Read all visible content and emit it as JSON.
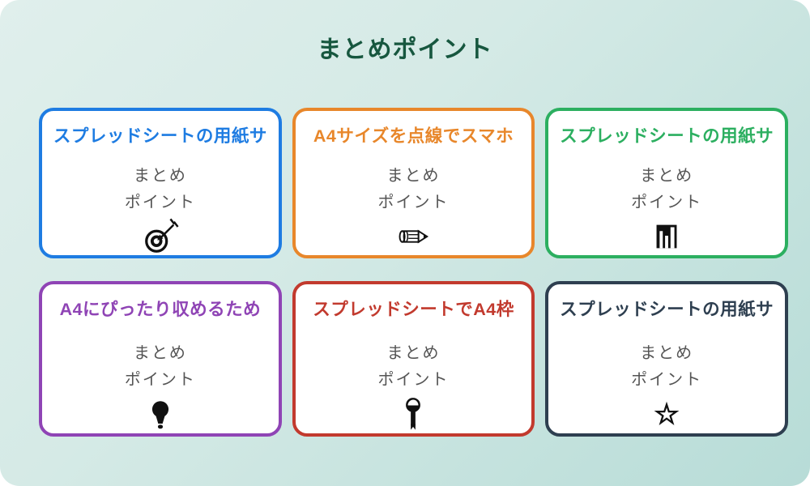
{
  "page": {
    "title": "まとめポイント",
    "title_color": "#17573f",
    "background_gradient": [
      "#e0efec",
      "#b7dcd7"
    ],
    "card_background": "#ffffff",
    "body_text_color": "#555555"
  },
  "cards": [
    {
      "title": "スプレッドシートの用紙サ",
      "line1": "まとめ",
      "line2": "ポイント",
      "icon": "dart-target-icon",
      "accent_color": "#1e7ce2"
    },
    {
      "title": "A4サイズを点線でスマホ",
      "line1": "まとめ",
      "line2": "ポイント",
      "icon": "pencil-icon",
      "accent_color": "#e8872b"
    },
    {
      "title": "スプレッドシートの用紙サ",
      "line1": "まとめ",
      "line2": "ポイント",
      "icon": "bar-chart-icon",
      "accent_color": "#2caf60"
    },
    {
      "title": "A4にぴったり収めるため",
      "line1": "まとめ",
      "line2": "ポイント",
      "icon": "lightbulb-icon",
      "accent_color": "#8f44b5"
    },
    {
      "title": "スプレッドシートでA4枠",
      "line1": "まとめ",
      "line2": "ポイント",
      "icon": "key-icon",
      "accent_color": "#c23a2e"
    },
    {
      "title": "スプレッドシートの用紙サ",
      "line1": "まとめ",
      "line2": "ポイント",
      "icon": "star-icon",
      "accent_color": "#2e3f50"
    }
  ]
}
